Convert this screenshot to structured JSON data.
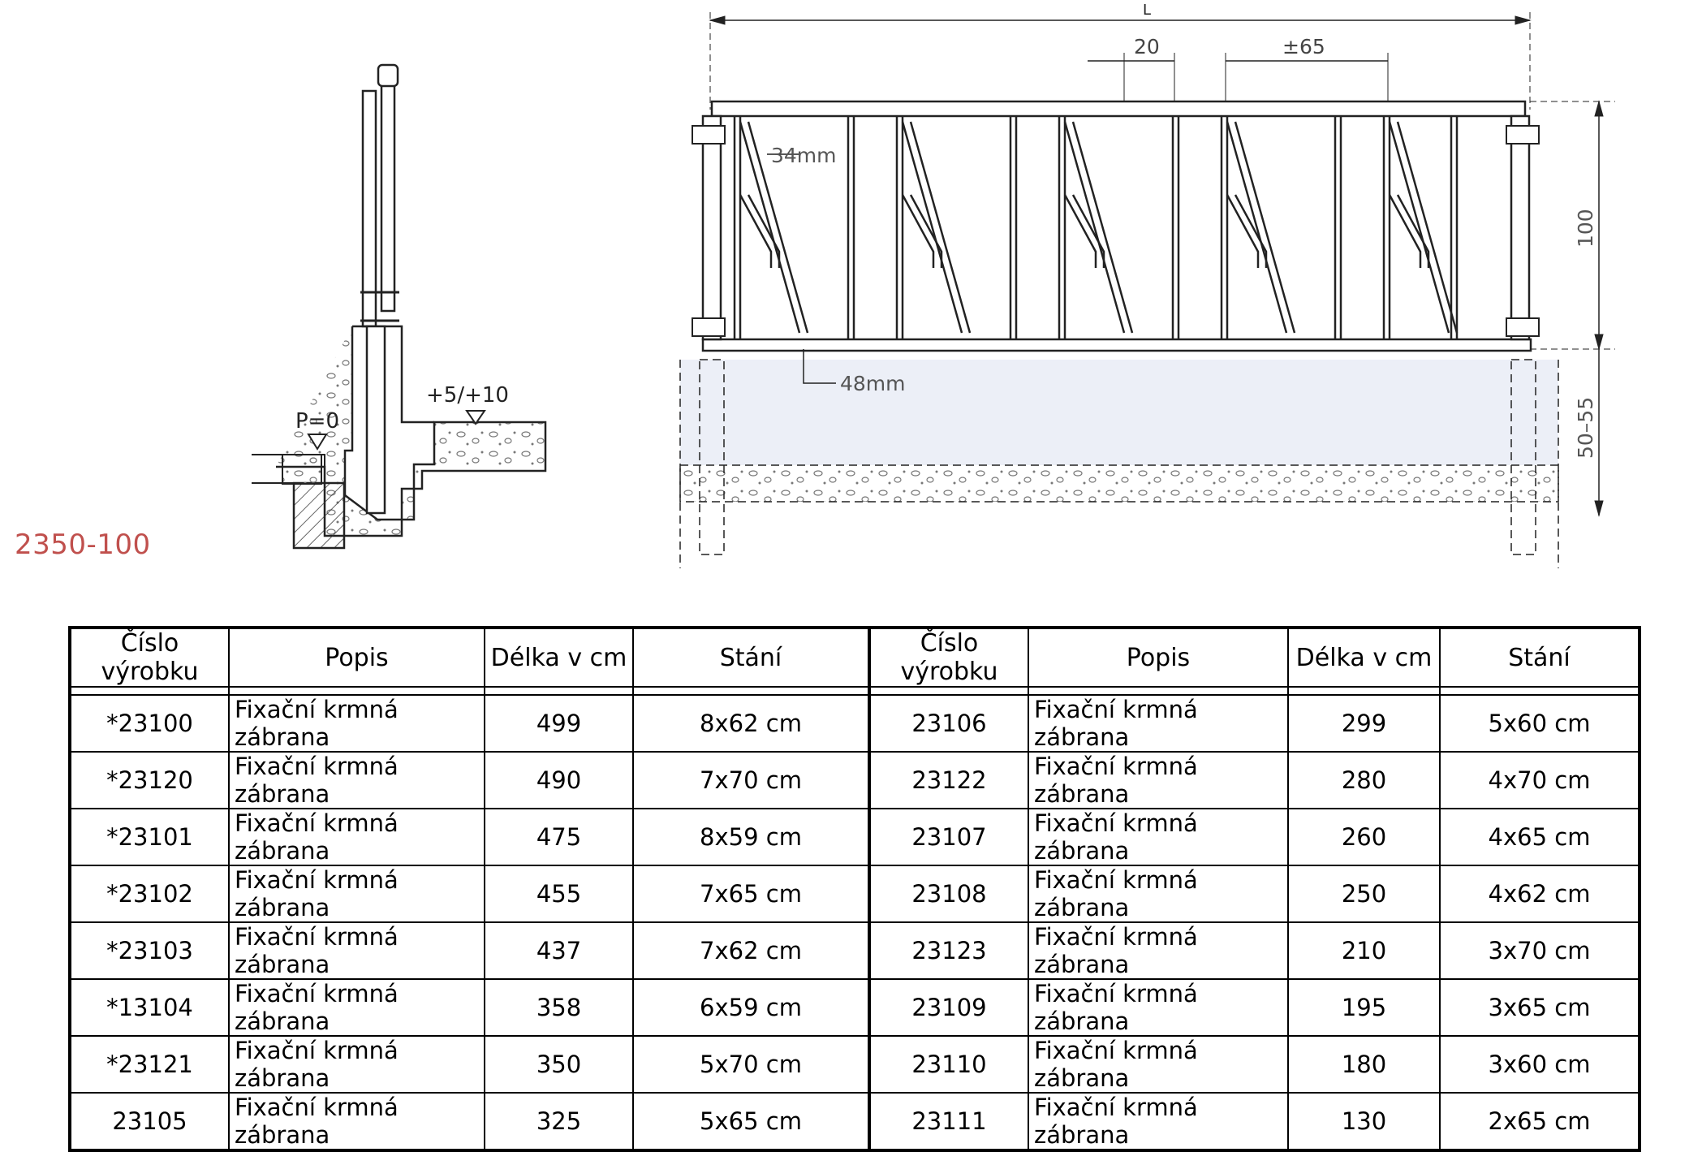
{
  "product_code": "2350-100",
  "drawing": {
    "length_label": "L",
    "dim_20": "20",
    "dim_65": "±65",
    "dim_34": "34mm",
    "dim_48": "48mm",
    "dim_100": "100",
    "dim_50_55": "50–55",
    "level_p0": "P=0",
    "level_plus": "+5/+10"
  },
  "table": {
    "headers": [
      "Číslo výrobku",
      "Popis",
      "Délka  v cm",
      "Stání",
      "Číslo výrobku",
      "Popis",
      "Délka  v cm",
      "Stání"
    ],
    "rows": [
      [
        "*23100",
        "Fixační krmná zábrana",
        "499",
        "8x62 cm",
        "23106",
        "Fixační krmná zábrana",
        "299",
        "5x60 cm"
      ],
      [
        "*23120",
        "Fixační krmná zábrana",
        "490",
        "7x70 cm",
        "23122",
        "Fixační krmná zábrana",
        "280",
        "4x70 cm"
      ],
      [
        "*23101",
        "Fixační krmná zábrana",
        "475",
        "8x59 cm",
        "23107",
        "Fixační krmná zábrana",
        "260",
        "4x65 cm"
      ],
      [
        "*23102",
        "Fixační krmná zábrana",
        "455",
        "7x65 cm",
        "23108",
        "Fixační krmná zábrana",
        "250",
        "4x62 cm"
      ],
      [
        "*23103",
        "Fixační krmná zábrana",
        "437",
        "7x62 cm",
        "23123",
        "Fixační krmná zábrana",
        "210",
        "3x70 cm"
      ],
      [
        "*13104",
        "Fixační krmná zábrana",
        "358",
        "6x59 cm",
        "23109",
        "Fixační krmná zábrana",
        "195",
        "3x65 cm"
      ],
      [
        "*23121",
        "Fixační krmná zábrana",
        "350",
        "5x70 cm",
        "23110",
        "Fixační krmná zábrana",
        "180",
        "3x60 cm"
      ],
      [
        "23105",
        "Fixační krmná zábrana",
        "325",
        "5x65 cm",
        "23111",
        "Fixační krmná zábrana",
        "130",
        "2x65 cm"
      ]
    ]
  }
}
